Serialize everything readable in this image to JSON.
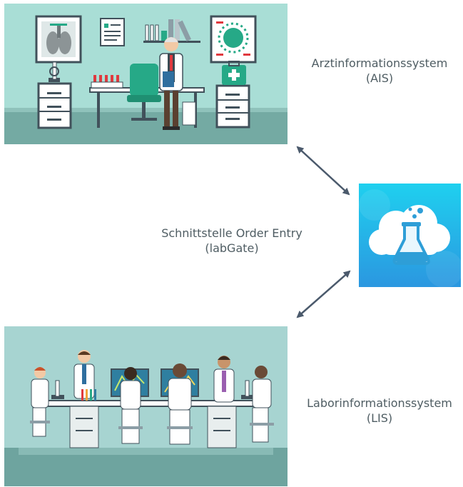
{
  "nodes": {
    "ais": {
      "line1": "Arztinformationssystem",
      "line2": "(AIS)"
    },
    "gateway": {
      "line1": "Schnittstelle Order Entry",
      "line2": "(labGate)"
    },
    "lis": {
      "line1": "Laborinformationssystem",
      "line2": "(LIS)"
    }
  },
  "icons": {
    "doctor_office": "doctor-office-illustration",
    "laboratory": "laboratory-illustration",
    "labgate": "cloud-flask-icon",
    "arrows": "double-headed-arrow"
  },
  "colors": {
    "office_bg": "#a9ded6",
    "lab_bg": "#a7d4d1",
    "icon_gradient_top": "#1fd0ef",
    "icon_gradient_bottom": "#2b97e0",
    "arrow": "#4b5a6c",
    "label": "#4f5d63"
  }
}
